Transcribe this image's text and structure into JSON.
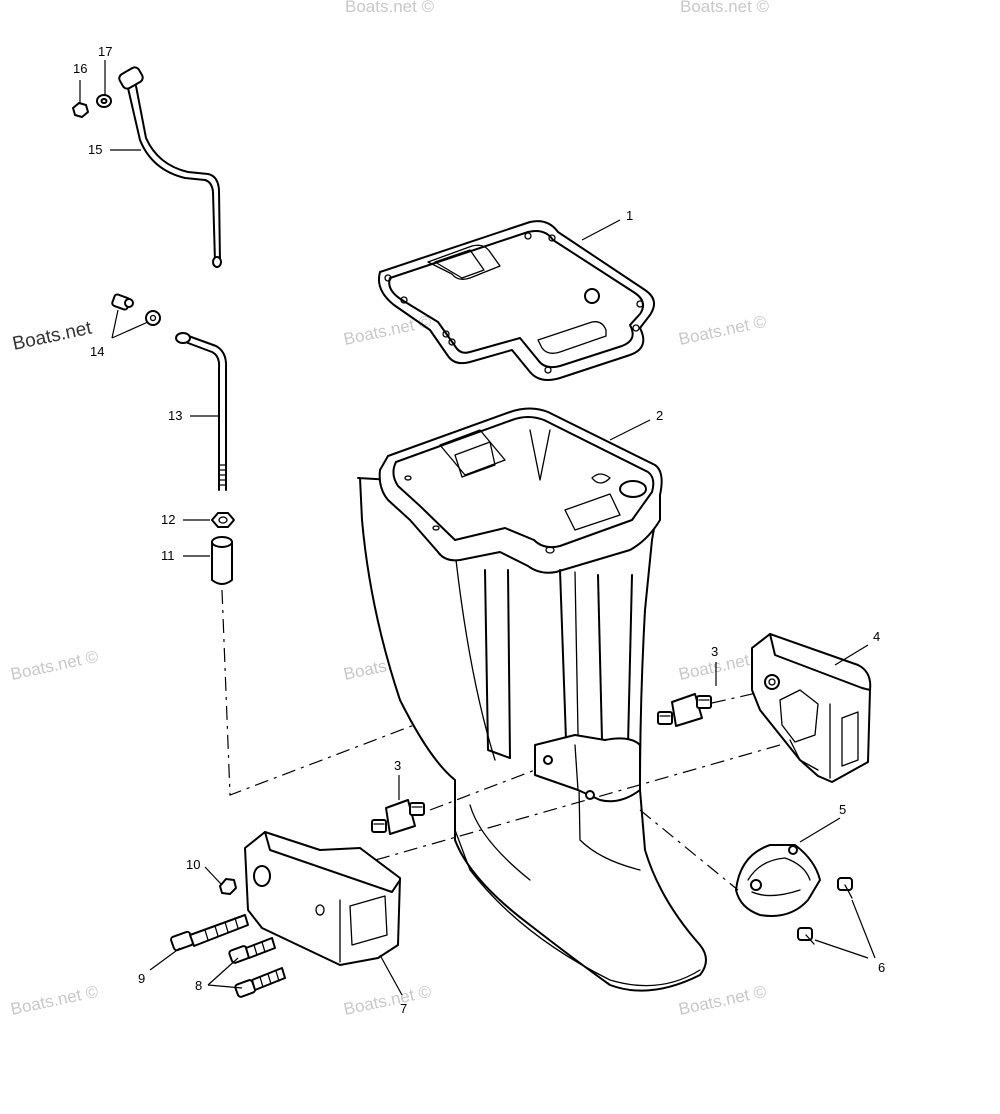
{
  "watermark": "Boats.net ©",
  "watermark_side": "Boats.net",
  "callouts": {
    "c1": "1",
    "c2": "2",
    "c3a": "3",
    "c3b": "3",
    "c4": "4",
    "c5": "5",
    "c6": "6",
    "c7": "7",
    "c8": "8",
    "c9": "9",
    "c10": "10",
    "c11": "11",
    "c12": "12",
    "c13": "13",
    "c14": "14",
    "c15": "15",
    "c16": "16",
    "c17": "17"
  }
}
